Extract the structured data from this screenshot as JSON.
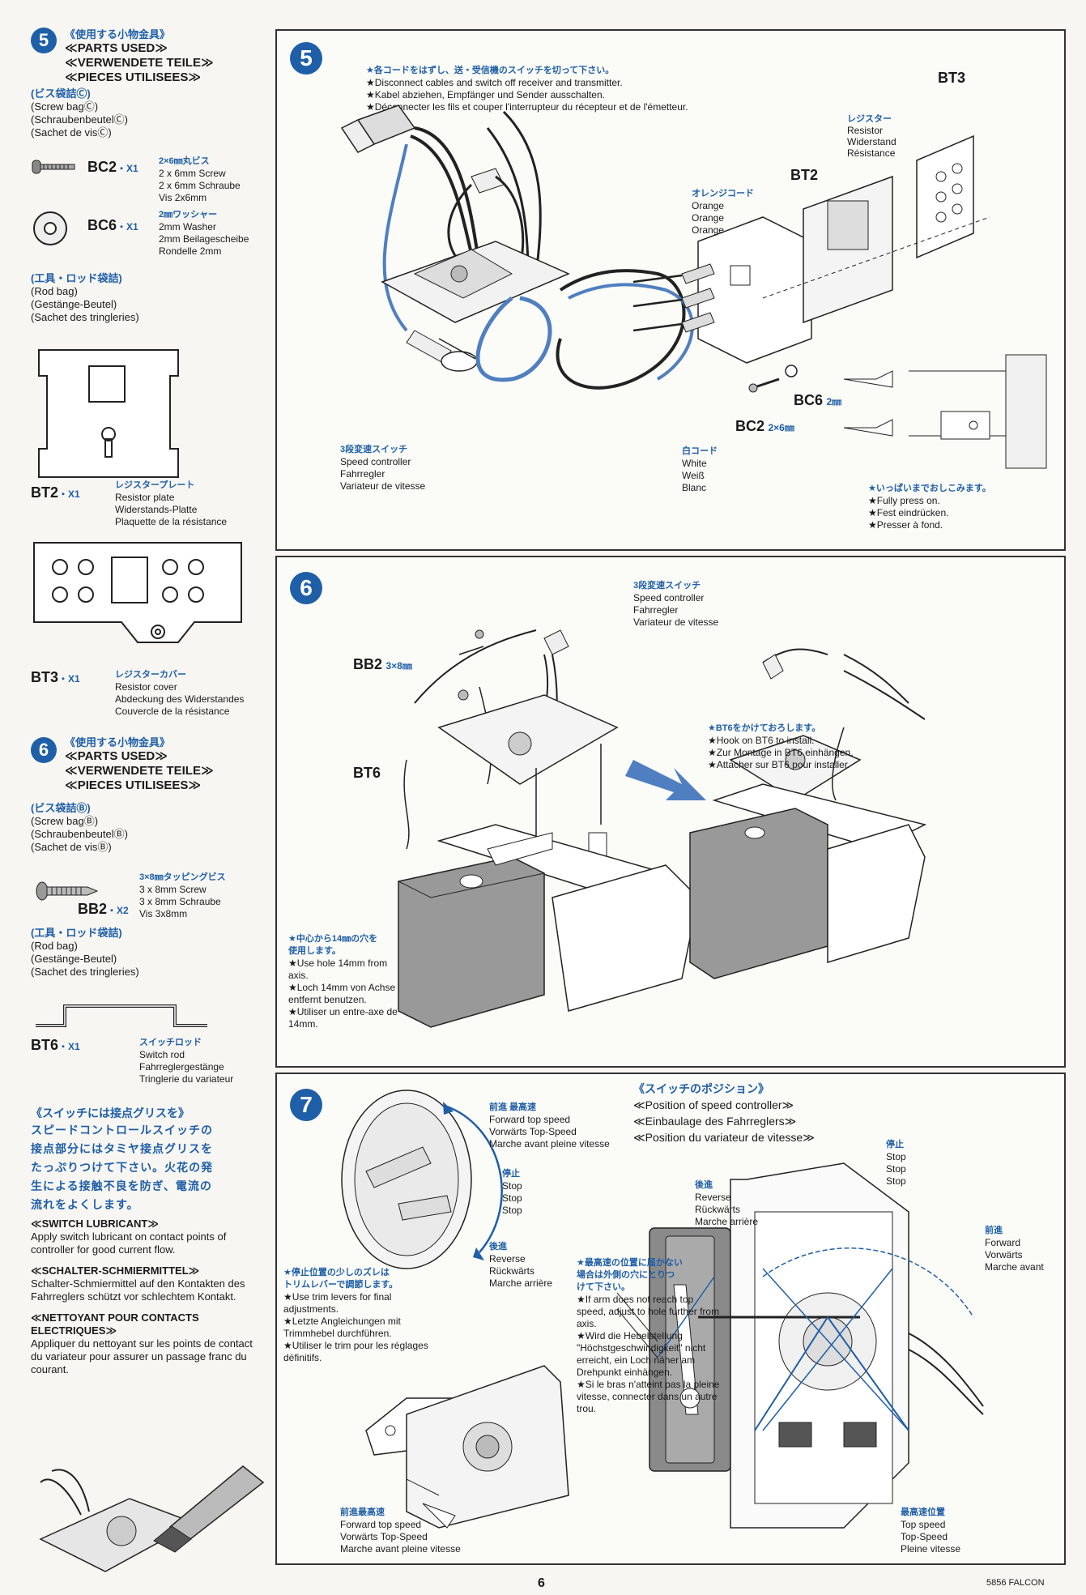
{
  "left": {
    "step5": {
      "number": "5",
      "jp_title": "《使用する小物金具》",
      "titles": [
        "≪PARTS USED≫",
        "≪VERWENDETE TEILE≫",
        "≪PIECES UTILISEES≫"
      ],
      "bag_jp": "(ビス袋詰Ⓒ)",
      "bag": [
        "(Screw bagⒸ)",
        "(SchraubenbeutelⒸ)",
        "(Sachet de visⒸ)"
      ],
      "bc2": {
        "code": "BC2",
        "qty": "・X1",
        "jp": "2×6㎜丸ビス",
        "desc": [
          "2 x 6mm Screw",
          "2 x 6mm Schraube",
          "Vis 2x6mm"
        ]
      },
      "bc6": {
        "code": "BC6",
        "qty": "・X1",
        "jp": "2㎜ワッシャー",
        "desc": [
          "2mm Washer",
          "2mm Beilagescheibe",
          "Rondelle 2mm"
        ]
      },
      "rod_jp": "(工具・ロッド袋詰)",
      "rod": [
        "(Rod bag)",
        "(Gestänge-Beutel)",
        "(Sachet des tringleries)"
      ],
      "bt2": {
        "code": "BT2",
        "qty": "・X1",
        "jp": "レジスタープレート",
        "desc": [
          "Resistor plate",
          "Widerstands-Platte",
          "Plaquette de la résistance"
        ]
      },
      "bt3": {
        "code": "BT3",
        "qty": "・X1",
        "jp": "レジスターカバー",
        "desc": [
          "Resistor cover",
          "Abdeckung des Widerstandes",
          "Couvercle de la résistance"
        ]
      }
    },
    "step6": {
      "number": "6",
      "jp_title": "《使用する小物金具》",
      "titles": [
        "≪PARTS USED≫",
        "≪VERWENDETE TEILE≫",
        "≪PIECES UTILISEES≫"
      ],
      "bag_jp": "(ビス袋詰Ⓑ)",
      "bag": [
        "(Screw bagⒷ)",
        "(SchraubenbeutelⒷ)",
        "(Sachet de visⒷ)"
      ],
      "bb2": {
        "code": "BB2",
        "qty": "・X2",
        "jp": "3×8㎜タッピングビス",
        "desc": [
          "3 x 8mm Screw",
          "3 x 8mm Schraube",
          "Vis 3x8mm"
        ]
      },
      "rod_jp": "(工具・ロッド袋詰)",
      "rod": [
        "(Rod bag)",
        "(Gestänge-Beutel)",
        "(Sachet des tringleries)"
      ],
      "bt6": {
        "code": "BT6",
        "qty": "・X1",
        "jp": "スイッチロッド",
        "desc": [
          "Switch rod",
          "Fahrreglergestänge",
          "Tringlerie du variateur"
        ]
      }
    },
    "lubricant": {
      "jp_title": "《スイッチには接点グリスを》",
      "jp_body": [
        "スピードコントロールスイッチの",
        "接点部分にはタミヤ接点グリスを",
        "たっぷりつけて下さい。火花の発",
        "生による接触不良を防ぎ、電流の",
        "流れをよくします。"
      ],
      "en_title": "≪SWITCH LUBRICANT≫",
      "en_body": "Apply switch lubricant on contact points of controller for good current flow.",
      "de_title": "≪SCHALTER-SCHMIERMITTEL≫",
      "de_body": "Schalter-Schmiermittel auf den Kontakten des Fahrreglers schützt vor schlechtem Kontakt.",
      "fr_title": "≪NETTOYANT POUR CONTACTS ELECTRIQUES≫",
      "fr_body": "Appliquer du nettoyant sur les points de contact du variateur pour assurer un passage franc du courant."
    }
  },
  "panel5": {
    "number": "5",
    "instr_jp": "★各コードをはずし、送・受信機のスイッチを切って下さい。",
    "instr": [
      "★Disconnect cables and switch off receiver and transmitter.",
      "★Kabel abziehen, Empfänger und Sender ausschalten.",
      "★Déconnecter les fils et couper l'interrupteur du récepteur et de l'émetteur."
    ],
    "resistor_jp": "レジスター",
    "resistor": [
      "Resistor",
      "Widerstand",
      "Résistance"
    ],
    "bt3": "BT3",
    "bt2": "BT2",
    "orange_jp": "オレンジコード",
    "orange": [
      "Orange",
      "Orange",
      "Orange"
    ],
    "bc6": "BC6",
    "bc6_size": "2㎜",
    "bc2": "BC2",
    "bc2_size": "2×6㎜",
    "switch_jp": "3段変速スイッチ",
    "switch": [
      "Speed controller",
      "Fahrregler",
      "Variateur de vitesse"
    ],
    "white_jp": "白コード",
    "white": [
      "White",
      "Weiß",
      "Blanc"
    ],
    "press_jp": "★いっぱいまでおしこみます。",
    "press": [
      "★Fully press on.",
      "★Fest eindrücken.",
      "★Presser à fond."
    ]
  },
  "panel6": {
    "number": "6",
    "switch_jp": "3段変速スイッチ",
    "switch": [
      "Speed controller",
      "Fahrregler",
      "Variateur de vitesse"
    ],
    "bb2": "BB2",
    "bb2_size": "3×8㎜",
    "bt6": "BT6",
    "hook_jp": "★BT6をかけておろします。",
    "hook": [
      "★Hook on BT6 to install.",
      "★Zur Montage in BT6 einhängen.",
      "★Attacher sur BT6 pour installer."
    ],
    "hole_jp": [
      "★中心から14㎜の穴を",
      "使用します。"
    ],
    "hole": [
      "★Use hole 14mm from axis.",
      "★Loch 14mm von Achse entfernt benutzen.",
      "★Utiliser un entre-axe de 14mm."
    ]
  },
  "panel7": {
    "number": "7",
    "fwd_top_jp": "前進 最高速",
    "fwd_top": [
      "Forward top speed",
      "Vorwärts Top-Speed",
      "Marche avant pleine vitesse"
    ],
    "stop_jp": "停止",
    "stop": [
      "Stop",
      "Stop",
      "Stop"
    ],
    "rev_jp": "後進",
    "rev": [
      "Reverse",
      "Rückwärts",
      "Marche arrière"
    ],
    "trim_jp": [
      "★停止位置の少しのズレは",
      "トリムレバーで調節します。"
    ],
    "trim": [
      "★Use trim levers for final adjustments.",
      "★Letzte Angleichungen mit Trimmhebel durchführen.",
      "★Utiliser le trim pour les réglages définitifs."
    ],
    "bottom_jp": "前進最高速",
    "bottom": [
      "Forward top speed",
      "Vorwärts Top-Speed",
      "Marche avant pleine vitesse"
    ],
    "pos_jp": "《スイッチのポジション》",
    "pos": [
      "≪Position of speed controller≫",
      "≪Einbaulage des Fahrreglers≫",
      "≪Position du variateur de vitesse≫"
    ],
    "stop2_jp": "停止",
    "stop2": [
      "Stop",
      "Stop",
      "Stop"
    ],
    "rev2_jp": "後進",
    "rev2": [
      "Reverse",
      "Rückwärts",
      "Marche arrière"
    ],
    "fwd2_jp": "前進",
    "fwd2": [
      "Forward",
      "Vorwärts",
      "Marche avant"
    ],
    "arm_jp": [
      "★最高速の位置に届かない",
      "場合は外側の穴にとりつ",
      "けて下さい。"
    ],
    "arm": [
      "★If arm does not reach top speed, adjust to hole further from axis.",
      "★Wird die Hebelstellung \"Höchstgeschwindigkeit\" nicht erreicht, ein Loch näher am Drehpunkt einhängen.",
      "★Si le bras n'atteint pas la pleine vitesse, connecter dans un autre trou."
    ],
    "top_jp": "最高速位置",
    "top": [
      "Top speed",
      "Top-Speed",
      "Pleine vitesse"
    ]
  },
  "footer": {
    "page": "6",
    "code": "5856 FALCON"
  }
}
